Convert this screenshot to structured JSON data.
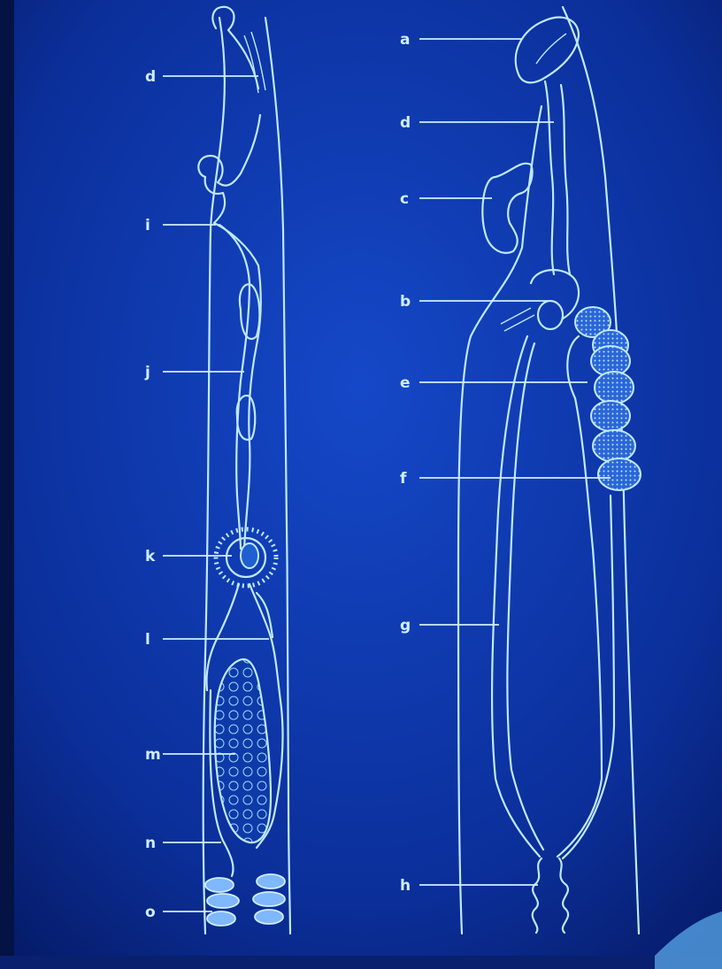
{
  "labels": {
    "left": {
      "d": "d",
      "i": "i",
      "j": "j",
      "k": "k",
      "l": "l",
      "m": "m",
      "n": "n",
      "o": "o"
    },
    "right": {
      "a": "a",
      "d": "d",
      "c": "c",
      "b": "b",
      "e": "e",
      "f": "f",
      "g": "g",
      "h": "h"
    }
  },
  "colors": {
    "background": "#0a2a8a",
    "line": "#bfe8ff",
    "label": "#cfeeff"
  }
}
